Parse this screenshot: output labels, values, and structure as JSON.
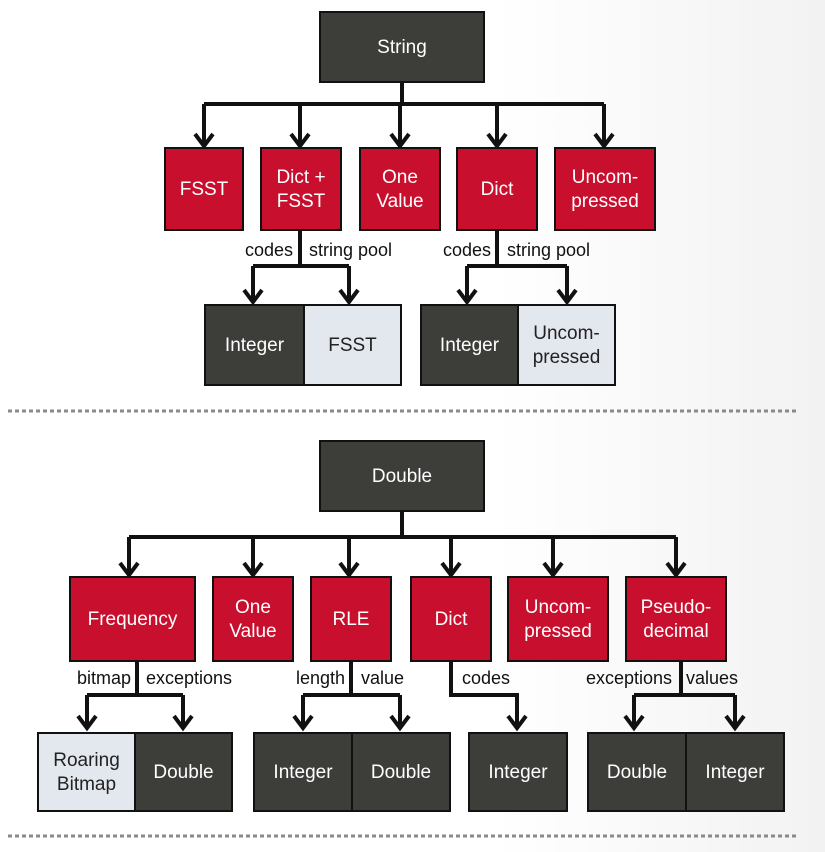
{
  "colors": {
    "dark": "#3d3d3a",
    "red": "#c8102e",
    "light": "#e3e8ef"
  },
  "string_tree": {
    "root": "String",
    "schemes": {
      "fsst": [
        "FSST"
      ],
      "dict_fsst": [
        "Dict +",
        "FSST"
      ],
      "one_value": [
        "One",
        "Value"
      ],
      "dict": [
        "Dict"
      ],
      "uncompressed": [
        "Uncom-",
        "pressed"
      ]
    },
    "dict_fsst_children": {
      "left_label": "codes",
      "right_label": "string pool",
      "left": [
        "Integer"
      ],
      "right": [
        "FSST"
      ]
    },
    "dict_children": {
      "left_label": "codes",
      "right_label": "string pool",
      "left": [
        "Integer"
      ],
      "right": [
        "Uncom-",
        "pressed"
      ]
    }
  },
  "double_tree": {
    "root": "Double",
    "schemes": {
      "frequency": [
        "Frequency"
      ],
      "one_value": [
        "One",
        "Value"
      ],
      "rle": [
        "RLE"
      ],
      "dict": [
        "Dict"
      ],
      "uncompressed": [
        "Uncom-",
        "pressed"
      ],
      "pseudodecimal": [
        "Pseudo-",
        "decimal"
      ]
    },
    "frequency_children": {
      "left_label": "bitmap",
      "right_label": "exceptions",
      "left": [
        "Roaring",
        "Bitmap"
      ],
      "right": [
        "Double"
      ]
    },
    "rle_children": {
      "left_label": "length",
      "right_label": "value",
      "left": [
        "Integer"
      ],
      "right": [
        "Double"
      ]
    },
    "dict_children": {
      "right_label": "codes",
      "child": [
        "Integer"
      ]
    },
    "pseudodecimal_children": {
      "left_label": "exceptions",
      "right_label": "values",
      "left": [
        "Double"
      ],
      "right": [
        "Integer"
      ]
    }
  }
}
